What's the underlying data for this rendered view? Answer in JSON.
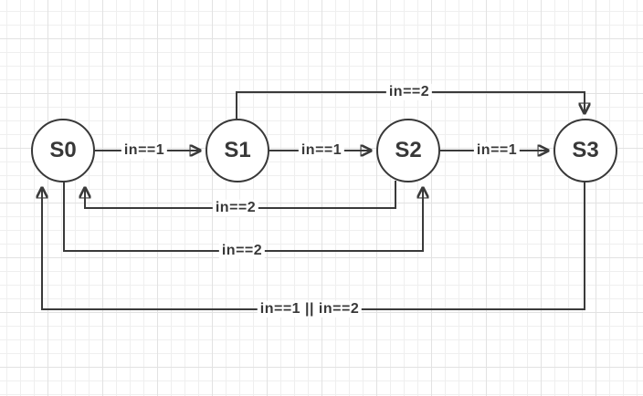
{
  "diagram": {
    "type": "state-machine",
    "states": [
      {
        "id": "S0"
      },
      {
        "id": "S1"
      },
      {
        "id": "S2"
      },
      {
        "id": "S3"
      }
    ],
    "transitions": [
      {
        "from": "S0",
        "to": "S1",
        "label": "in==1"
      },
      {
        "from": "S1",
        "to": "S2",
        "label": "in==1"
      },
      {
        "from": "S2",
        "to": "S3",
        "label": "in==1"
      },
      {
        "from": "S1",
        "to": "S3",
        "label": "in==2"
      },
      {
        "from": "S2",
        "to": "S0",
        "label": "in==2"
      },
      {
        "from": "S0",
        "to": "S2",
        "label": "in==2"
      },
      {
        "from": "S3",
        "to": "S0",
        "label": "in==1 || in==2"
      }
    ],
    "colors": {
      "stroke": "#3a3a3a",
      "text": "#383838",
      "background": "#ffffff",
      "grid_minor": "#efefef",
      "grid_major": "#e2e2e2"
    }
  }
}
